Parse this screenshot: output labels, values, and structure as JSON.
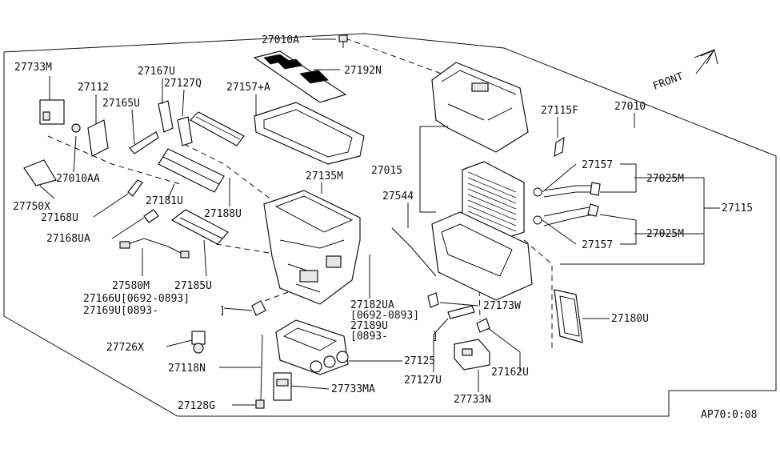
{
  "diagram": {
    "reference_code": "AP70:0:08",
    "front_label": "FRONT",
    "labels": {
      "p27010A": "27010A",
      "p27733M": "27733M",
      "p27192N": "27192N",
      "p27167U": "27167U",
      "p27127Q": "27127Q",
      "p27112": "27112",
      "p27157A": "27157+A",
      "p27165U": "27165U",
      "p27010": "27010",
      "p27115F": "27115F",
      "p27010AA": "27010AA",
      "p27015": "27015",
      "p27157a": "27157",
      "p27025Ma": "27025M",
      "p27135M": "27135M",
      "p27750X": "27750X",
      "p27181U": "27181U",
      "p27544": "27544",
      "p27188U": "27188U",
      "p27115": "27115",
      "p27168U": "27168U",
      "p27168UA": "27168UA",
      "p27025Mb": "27025M",
      "p27157b": "27157",
      "p27580M": "27580M",
      "p27185U": "27185U",
      "p27166U": "27166U[0692-0893]",
      "p27169U": "27169U[0893-",
      "p27169U_end": "]",
      "p27182UA": "27182UA",
      "p27182UA_range": "[0692-0893]",
      "p27189U": "27189U",
      "p27189U_range": "[0893-",
      "p27189U_end": "]",
      "p27173W": "27173W",
      "p27180U": "27180U",
      "p27726X": "27726X",
      "p27125": "27125",
      "p27118N": "27118N",
      "p27127U": "27127U",
      "p27162U": "27162U",
      "p27733MA": "27733MA",
      "p27733N": "27733N",
      "p27128G": "27128G"
    }
  }
}
